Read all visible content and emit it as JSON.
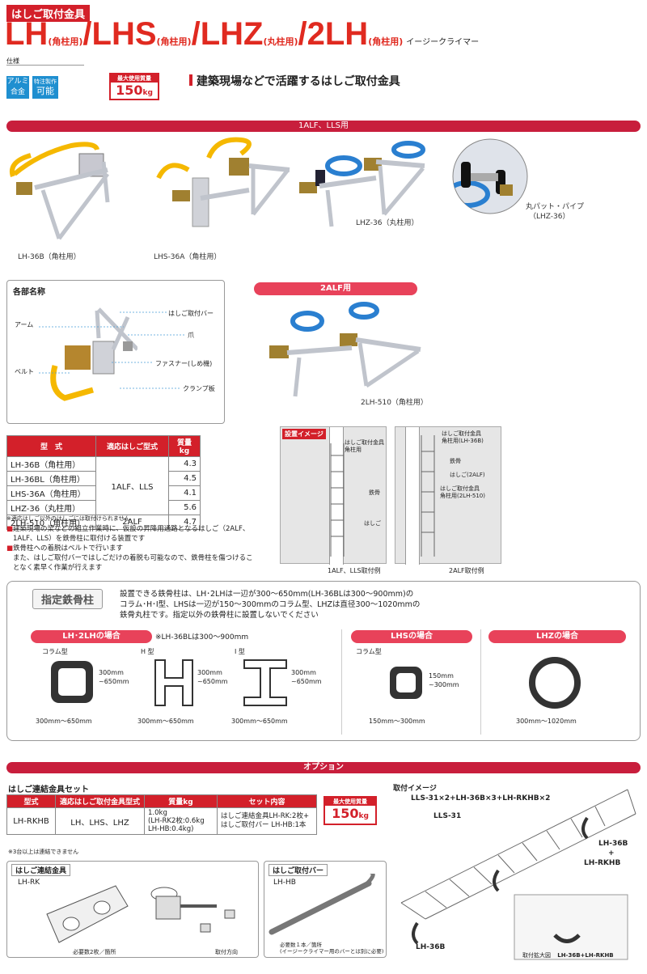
{
  "header": {
    "tag": "はしご取付金具",
    "title_parts": [
      {
        "model": "LH",
        "type": "(角柱用)"
      },
      {
        "model": "/LHS",
        "type": "(角柱用)"
      },
      {
        "model": "/LHZ",
        "type": "(丸柱用)"
      },
      {
        "model": "/2LH",
        "type": "(角柱用)"
      }
    ],
    "subtitle": "イージークライマー",
    "spec_label": "仕様",
    "badge1": "アルミ\n合金",
    "badge1_a": "アルミ",
    "badge1_b": "合金",
    "badge2_a": "特注製作",
    "badge2_b": "可能",
    "max_load_label": "最大使用質量",
    "max_load_value": "150",
    "max_load_unit": "kg",
    "headline": "建築現場などで活躍するはしご取付金具"
  },
  "section1": {
    "bar": "1ALF、LLS用",
    "captions": [
      "LH-36B（角柱用）",
      "LHS-36A（角柱用）",
      "LHZ-36（丸柱用）"
    ],
    "pad_caption_a": "丸パット・パイプ",
    "pad_caption_b": "（LHZ-36）"
  },
  "parts": {
    "title": "各部名称",
    "labels": {
      "ladder_bar": "はしご取付バー",
      "arm": "アーム",
      "claw": "爪",
      "fastener": "ファスナー(しめ機)",
      "belt": "ベルト",
      "clamp": "クランプ板"
    }
  },
  "section2": {
    "pill": "2ALF用",
    "caption": "2LH-510（角柱用）"
  },
  "spec_table": {
    "headers": [
      "型　式",
      "適応はしご型式",
      "質量kg"
    ],
    "rows": [
      {
        "model": "LH-36B（角柱用）",
        "mass": "4.3"
      },
      {
        "model": "LH-36BL（角柱用）",
        "mass": "4.5"
      },
      {
        "model": "LHS-36A（角柱用）",
        "mass": "4.1"
      },
      {
        "model": "LHZ-36（丸柱用）",
        "mass": "5.6"
      },
      {
        "model": "2LH-510（角柱用）",
        "mass": "4.7"
      }
    ],
    "ladder_type_1": "1ALF、LLS",
    "ladder_type_2": "2ALF",
    "note": "※適応はしご以外のはしごには取付けられません"
  },
  "bullets": {
    "b1a": "建築現場の梁などの組立作業時に、仮設の昇降用通路となるはしご（2ALF、",
    "b1b": "1ALF、LLS）を鉄骨柱に取付ける装置です",
    "b2a": "鉄骨柱への着脱はベルトで行います",
    "b2b": "また、はしご取付バーではしごだけの着脱も可能なので、鉄骨柱を傷つけるこ",
    "b2c": "となく素早く作業が行えます"
  },
  "install": {
    "tag": "設置イメージ",
    "label_bar_a": "はしご取付金具",
    "label_bar_b": "角柱用",
    "label_steel": "鉄骨",
    "label_ladder": "はしご",
    "r_label1_a": "はしご取付金具",
    "r_label1_b": "角柱用(LH-36B)",
    "r_label2": "鉄骨",
    "r_label3": "はしご(2ALF)",
    "r_label4_a": "はしご取付金具",
    "r_label4_b": "角柱用(2LH-510)",
    "caption_left": "1ALF、LLS取付例",
    "caption_right": "2ALF取付例"
  },
  "columns": {
    "title": "指定鉄骨柱",
    "desc1": "設置できる鉄骨柱は、LH･2LHは一辺が300～650mm(LH-36BLは300～900mm)の",
    "desc2": "コラム･H･I型、LHSは一辺が150～300mmのコラム型、LHZは直径300～1020mmの",
    "desc3": "鉄骨丸柱です。指定以外の鉄骨柱に設置しないでください",
    "pill_lh": "LH･2LHの場合",
    "note_lh": "※LH-36BLは300～900mm",
    "pill_lhs": "LHSの場合",
    "pill_lhz": "LHZの場合",
    "col_label": "コラム型",
    "h_label": "H 型",
    "i_label": "I 型",
    "dim_lh_a": "300mm",
    "dim_lh_b": "~650mm",
    "dim_lh_w": "300mm～650mm",
    "dim_lhs_a": "150mm",
    "dim_lhs_b": "~300mm",
    "dim_lhs_w": "150mm～300mm",
    "dim_lhz": "300mm～1020mm"
  },
  "option": {
    "bar": "オプション",
    "set_title": "はしご連結金具セット",
    "headers": [
      "型式",
      "適応はしご取付金具型式",
      "質量kg",
      "セット内容"
    ],
    "row_model": "LH-RKHB",
    "row_applies": "LH、LHS、LHZ",
    "row_mass_a": "1.0kg",
    "row_mass_b": "(LH-RK2枚:0.6kg",
    "row_mass_c": "LH-HB:0.4kg)",
    "row_set_a": "はしご連結金具LH-RK:2枚+",
    "row_set_b": "はしご取付バー LH-HB:1本",
    "note": "※3台以上は連結できません",
    "max_label": "最大使用質量",
    "max_value": "150",
    "max_unit": "kg",
    "rk_tag": "はしご連結金具",
    "rk_model": "LH-RK",
    "rk_note": "必要数2枚／箇所",
    "rk_dir": "取付方向",
    "hb_tag": "はしご取付バー",
    "hb_model": "LH-HB",
    "hb_note_a": "必要数１本／箇所",
    "hb_note_b": "(イージークライマー用のバーとは別に必要)",
    "img_title": "取付イメージ",
    "img_combo": "LLS-31×2+LH-36B×3+LH-RKHB×2",
    "img_lls": "LLS-31",
    "img_lh36b_a": "LH-36B",
    "img_plus": "+",
    "img_lh36b_b": "LH-RKHB",
    "img_bottom": "LH-36B",
    "img_zoom_a": "取付拡大図",
    "img_zoom_b": "LH-36B+LH-RKHB"
  },
  "colors": {
    "accent": "#d3202a",
    "bar": "#c81e3c",
    "pill": "#e8425a",
    "belt_yellow": "#f5b800",
    "belt_blue": "#2a7fd0"
  }
}
